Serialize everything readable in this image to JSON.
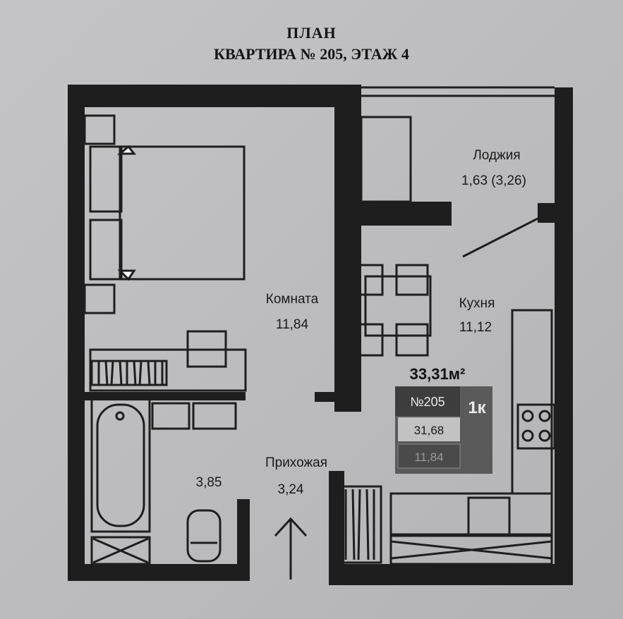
{
  "header": {
    "title": "ПЛАН",
    "subtitle": "КВАРТИРА № 205, ЭТАЖ 4"
  },
  "rooms": {
    "loggia": {
      "name": "Лоджия",
      "area": "1,63 (3,26)"
    },
    "room": {
      "name": "Комната",
      "area": "11,84"
    },
    "kitchen": {
      "name": "Кухня",
      "area": "11,12"
    },
    "hallway": {
      "name": "Прихожая",
      "area": "3,24"
    },
    "bathroom": {
      "area": "3,85"
    }
  },
  "badge": {
    "total_area": "33,31м²",
    "number": "№205",
    "rooms_count": "1к",
    "living_area": "31,68",
    "kitchen_area": "11,84"
  },
  "colors": {
    "wall": "#1e1e1e",
    "paper": "#c0c0c2",
    "badge_dark": "#3d3d3d",
    "badge_mid": "#5a5a5a"
  }
}
